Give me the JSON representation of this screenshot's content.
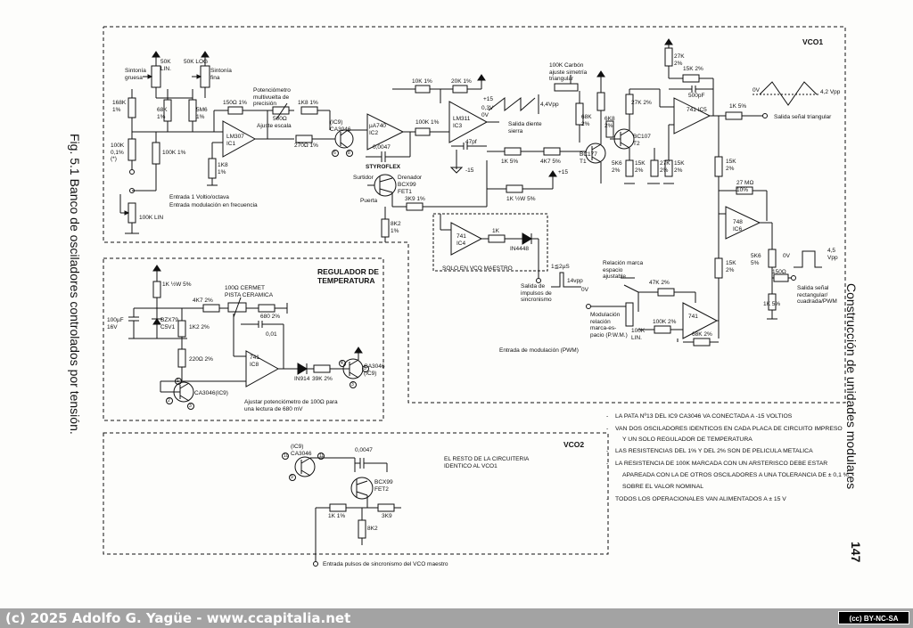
{
  "figure": {
    "caption": "Fig. 5.1  Banco de osciladores controlados por tensión.",
    "chapter": "Construcción de unidades modulares",
    "page_number": "147"
  },
  "blocks": {
    "vco1": "VCO1",
    "vco2": "VCO2",
    "regulator": "REGULADOR DE TEMPERATURA"
  },
  "vco1": {
    "sintonia_gruesa": "Sintonía gruesa",
    "sintonia_fina": "Sintonía fina",
    "pot_50k_lin": "50K LIN.",
    "pot_50k_log": "50K LOG",
    "r_168k": "168K 1%",
    "r_68k": "68K 1%",
    "r_5m6": "5M6 1%",
    "r_100k_01": "100K 0,1% (*)",
    "r_100k_1a": "100K 1%",
    "r_1k8_a": "1K8 1%",
    "r_150": "150Ω 1%",
    "pot_500": "500Ω",
    "r_1k8_b": "1K8 1%",
    "pot_multivuelta": "Potenciómetro multivuelta de precisión",
    "ajuste_escala": "Ajuste escala",
    "r_270": "270Ω 1%",
    "ic1": "LM307 IC1",
    "ic9_a": "(IC9) CA3046",
    "pin6": "6",
    "pin8": "8",
    "ic2": "µA740 IC2",
    "c_0047": "0,0047",
    "styroflex": "STYROFLEX",
    "surtidor": "Surtidor",
    "drenador": "Drenador",
    "fet1": "BCX99 FET1",
    "puerta": "Puerta",
    "r_8k2": "8K2 1%",
    "r_3k9": "3K9 1%",
    "r_100k_1b": "100K 1%",
    "r_10k": "10K 1%",
    "r_20k": "20K 1%",
    "ic3": "LM311 IC3",
    "c_47pf": "47pf",
    "plus15_a": "+15",
    "minus15_a": "-15",
    "plus15_b": "+15",
    "v_03": "0,3V",
    "v_0v": "0V",
    "v_44": "4,4Vpp",
    "salida_diente": "Salida diente sierra",
    "r_1k5": "1K 5%",
    "r_4k7": "4K7 5%",
    "r_1k_half": "1K ½W 5%",
    "ajuste_triangular": "100K Carbón ajuste simetría triangular",
    "r_68k_2": "68K 2%",
    "r_6k8": "6K8 2%",
    "t1": "BC177 T1",
    "t2": "BC107 T2",
    "r_27k_a": "27K 2%",
    "r_27k_b": "27K 2%",
    "r_27k_c": "27K 2%",
    "r_15k_a": "15K 2%",
    "r_15k_b": "15K 2%",
    "r_5k6": "5K6 2%",
    "r_15k_c": "15K 2%",
    "c_500pf": "500pF",
    "ic5": "741 IC5",
    "r_1k_out": "1K 5%",
    "tri_0v": "0V",
    "tri_42": "4,2 Vpp",
    "salida_triangular": "Salida señal triangular",
    "r_15k_d": "15K 2%",
    "r_27m": "27 MΩ 10%",
    "ic6": "748 IC6",
    "r_15k_e": "15K 2%",
    "r_5k6_b": "5K6 5%",
    "r_150b": "150Ω",
    "r_1k5b": "1K 5%",
    "sq_0v": "0V",
    "sq_45": "4,5 Vpp",
    "salida_rect": "Salida señal rectangular/ cuadrada/PWM",
    "ic4": "741 IC4",
    "r_1k_ic4": "1K",
    "d_1n4448": "IN4448",
    "solo_vco": "SOLO EN VCO MAESTRO",
    "pulse_2us": "1≦2µS",
    "pulse_14": "14vpp",
    "pulse_0v": "0V",
    "salida_impulsos": "Salida de impulsos de sincronismo",
    "relacion_ajustable": "Relación marca espacio ajustable",
    "r_47k": "47K 2%",
    "ic7": "741",
    "pot_100k": "100K LIN.",
    "r_100k_2": "100K 2%",
    "r_68k_3": "68K 2%",
    "modulacion_relacion": "Modulación relación marca-es- pacio (P.W.M.)",
    "entrada_pwm": "Entrada de modulación (PWM)",
    "entrada_1v": "Entrada 1 Voltio/octava",
    "entrada_mod": "Entrada modulación en frecuencia",
    "pot_100k_lin": "100K LIN"
  },
  "regulator": {
    "r_1k_half": "1K ½W 5%",
    "c_100uf": "100µF 16V",
    "bzx79": "BZX79 C5V1",
    "r_4k7": "4K7 2%",
    "cermet": "100Ω CERMET PISTA CERAMICA",
    "r_680": "680 2%",
    "c_001": "0,01",
    "r_1k2": "1K2 2%",
    "r_220": "220Ω 2%",
    "ic8": "741 IC8",
    "d_in914": "IN914",
    "r_39k": "39K 2%",
    "q_ca3046_a": "CA3046 (IC9)",
    "q_ca3046_b": "CA3046(IC9)",
    "pin1": "1",
    "pin2": "2",
    "pin3": "3",
    "pin4": "4",
    "pin5": "5",
    "pin3b": "3",
    "ajustar": "Ajustar potenciómetro de 100Ω para una lectura de 680 mV"
  },
  "vco2": {
    "ic9": "(IC9) CA3046",
    "pin10": "10",
    "pin11": "11",
    "pin9": "9",
    "c_0047": "0,0047",
    "fet2": "BCX99 FET2",
    "r_1k": "1K 1%",
    "r_3k9": "3K9",
    "r_8k2": "8K2",
    "resto": "EL RESTO DE LA CIRCUITERIA IDENTICO AL VCO1",
    "entrada_sync": "Entrada pulsos de sincronismo del VCO maestro"
  },
  "notes": [
    "LA PATA Nº13 DEL IC9 CA3046 VA CONECTADA A -15 VOLTIOS",
    "VAN DOS OSCILADORES IDENTICOS EN CADA PLACA DE CIRCUITO IMPRESO",
    "Y UN SOLO REGULADOR DE TEMPERATURA",
    "LAS RESISTENCIAS DEL 1% Y DEL 2% SON DE PELICULA METALICA",
    "LA RESISTENCIA DE 100K MARCADA CON UN ARSTERISCO DEBE ESTAR",
    "APAREADA CON LA DE OTROS OSCILADORES A UNA TOLERANCIA DE ± 0,1 %",
    "SOBRE EL VALOR NOMINAL",
    "TODOS LOS OPERACIONALES VAN ALIMENTADOS A ± 15 V"
  ],
  "footer": {
    "copyright": "(c) 2025 Adolfo G. Yagüe - www.ccapitalia.net",
    "license": "(cc) BY-NC-SA"
  }
}
